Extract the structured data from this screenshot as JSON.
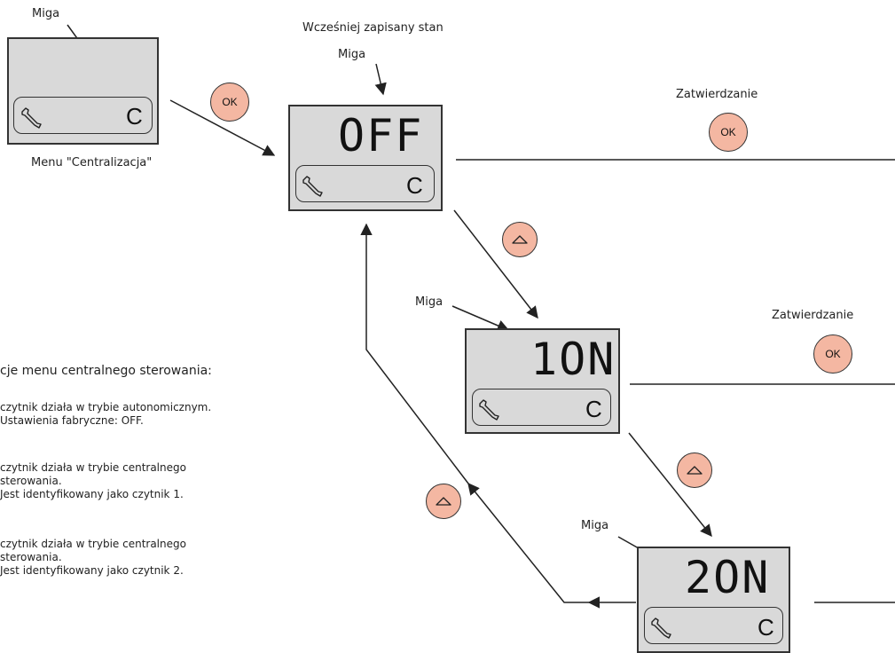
{
  "labels": {
    "blink": "Miga",
    "previously_saved": "Wcześniej zapisany stan",
    "confirm": "Zatwierdzanie",
    "menu_caption": "Menu \"Centralizacja\""
  },
  "screens": {
    "menu": {
      "main": "",
      "letter": "C"
    },
    "off": {
      "main": "OFF",
      "letter": "C"
    },
    "one_on": {
      "main": "1ON",
      "letter": "C"
    },
    "two_on": {
      "main": "2ON",
      "letter": "C"
    }
  },
  "buttons": {
    "ok": "OK"
  },
  "description": {
    "heading": "cje menu centralnego sterowania:",
    "items": [
      "czytnik działa w trybie autonomicznym.\nUstawienia fabryczne: OFF.",
      "czytnik działa w trybie centralnego\nsterowania.\nJest identyfikowany jako czytnik 1.",
      "czytnik działa w trybie centralnego\nsterowania.\nJest identyfikowany jako czytnik 2."
    ]
  },
  "colors": {
    "button_fill": "#f4b7a2",
    "screen_fill": "#d9d9d9",
    "line": "#333333"
  }
}
